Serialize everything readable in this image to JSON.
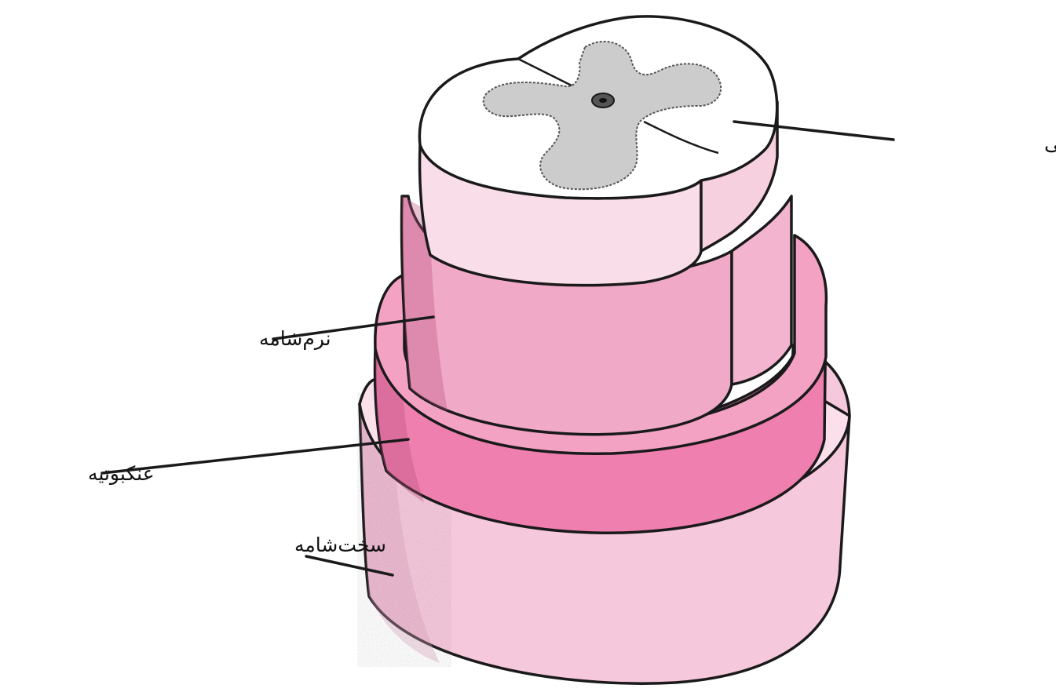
{
  "labels": {
    "spinal_cord": "طناب نخاعی",
    "pia_mater": "نرم‌شامه",
    "arachnoid": "عنکبوتیه",
    "dura_mater": "سخت‌شامه"
  },
  "colors": {
    "cord_white_matter": "#ffffff",
    "cord_gray_matter": "#cccccc",
    "cord_side": "#f9dde9",
    "pia_mater": "#f1a9c8",
    "arachnoid": "#ee7fae",
    "dura_mater": "#f6c8dc",
    "outline": "#1a1a1a"
  }
}
